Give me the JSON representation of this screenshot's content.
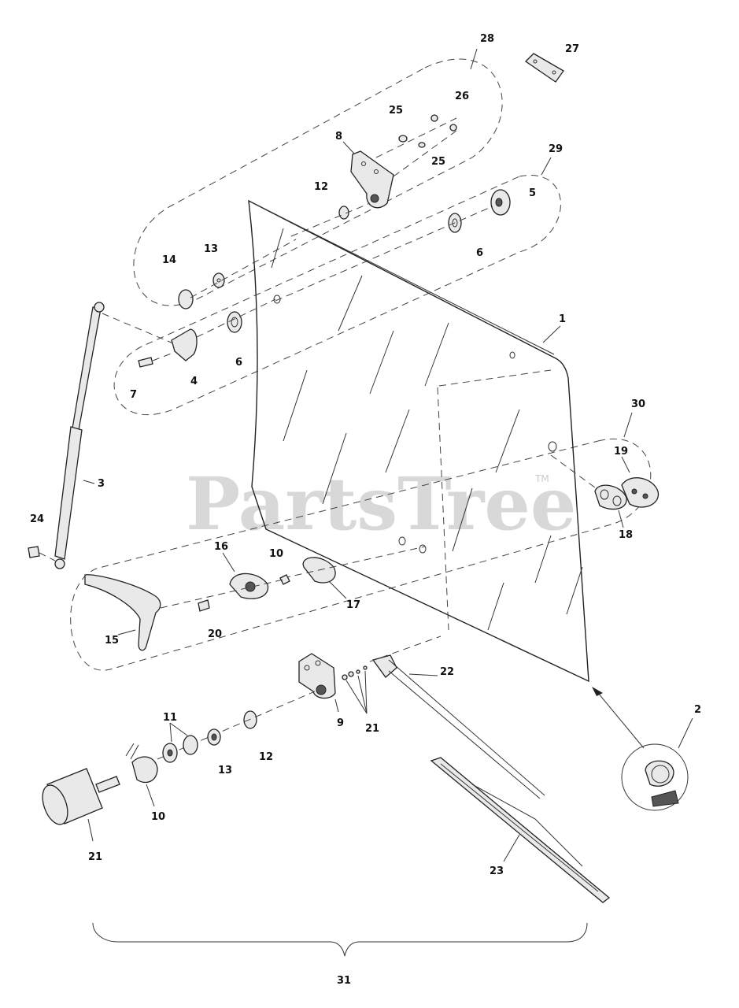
{
  "watermark": {
    "text": "PartsTree",
    "trademark": "TM"
  },
  "callouts": [
    {
      "id": "c1",
      "text": "1"
    },
    {
      "id": "c2",
      "text": "2"
    },
    {
      "id": "c3",
      "text": "3"
    },
    {
      "id": "c4",
      "text": "4"
    },
    {
      "id": "c5",
      "text": "5"
    },
    {
      "id": "c6a",
      "text": "6"
    },
    {
      "id": "c6b",
      "text": "6"
    },
    {
      "id": "c7",
      "text": "7"
    },
    {
      "id": "c8",
      "text": "8"
    },
    {
      "id": "c9",
      "text": "9"
    },
    {
      "id": "c10a",
      "text": "10"
    },
    {
      "id": "c10b",
      "text": "10"
    },
    {
      "id": "c11",
      "text": "11"
    },
    {
      "id": "c12a",
      "text": "12"
    },
    {
      "id": "c12b",
      "text": "12"
    },
    {
      "id": "c13a",
      "text": "13"
    },
    {
      "id": "c13b",
      "text": "13"
    },
    {
      "id": "c14",
      "text": "14"
    },
    {
      "id": "c15",
      "text": "15"
    },
    {
      "id": "c16",
      "text": "16"
    },
    {
      "id": "c17",
      "text": "17"
    },
    {
      "id": "c18",
      "text": "18"
    },
    {
      "id": "c19",
      "text": "19"
    },
    {
      "id": "c20",
      "text": "20"
    },
    {
      "id": "c21a",
      "text": "21"
    },
    {
      "id": "c21b",
      "text": "21"
    },
    {
      "id": "c22",
      "text": "22"
    },
    {
      "id": "c23",
      "text": "23"
    },
    {
      "id": "c24",
      "text": "24"
    },
    {
      "id": "c25a",
      "text": "25"
    },
    {
      "id": "c25b",
      "text": "25"
    },
    {
      "id": "c26",
      "text": "26"
    },
    {
      "id": "c27",
      "text": "27"
    },
    {
      "id": "c28",
      "text": "28"
    },
    {
      "id": "c29",
      "text": "29"
    },
    {
      "id": "c30",
      "text": "30"
    },
    {
      "id": "c31",
      "text": "31"
    }
  ]
}
